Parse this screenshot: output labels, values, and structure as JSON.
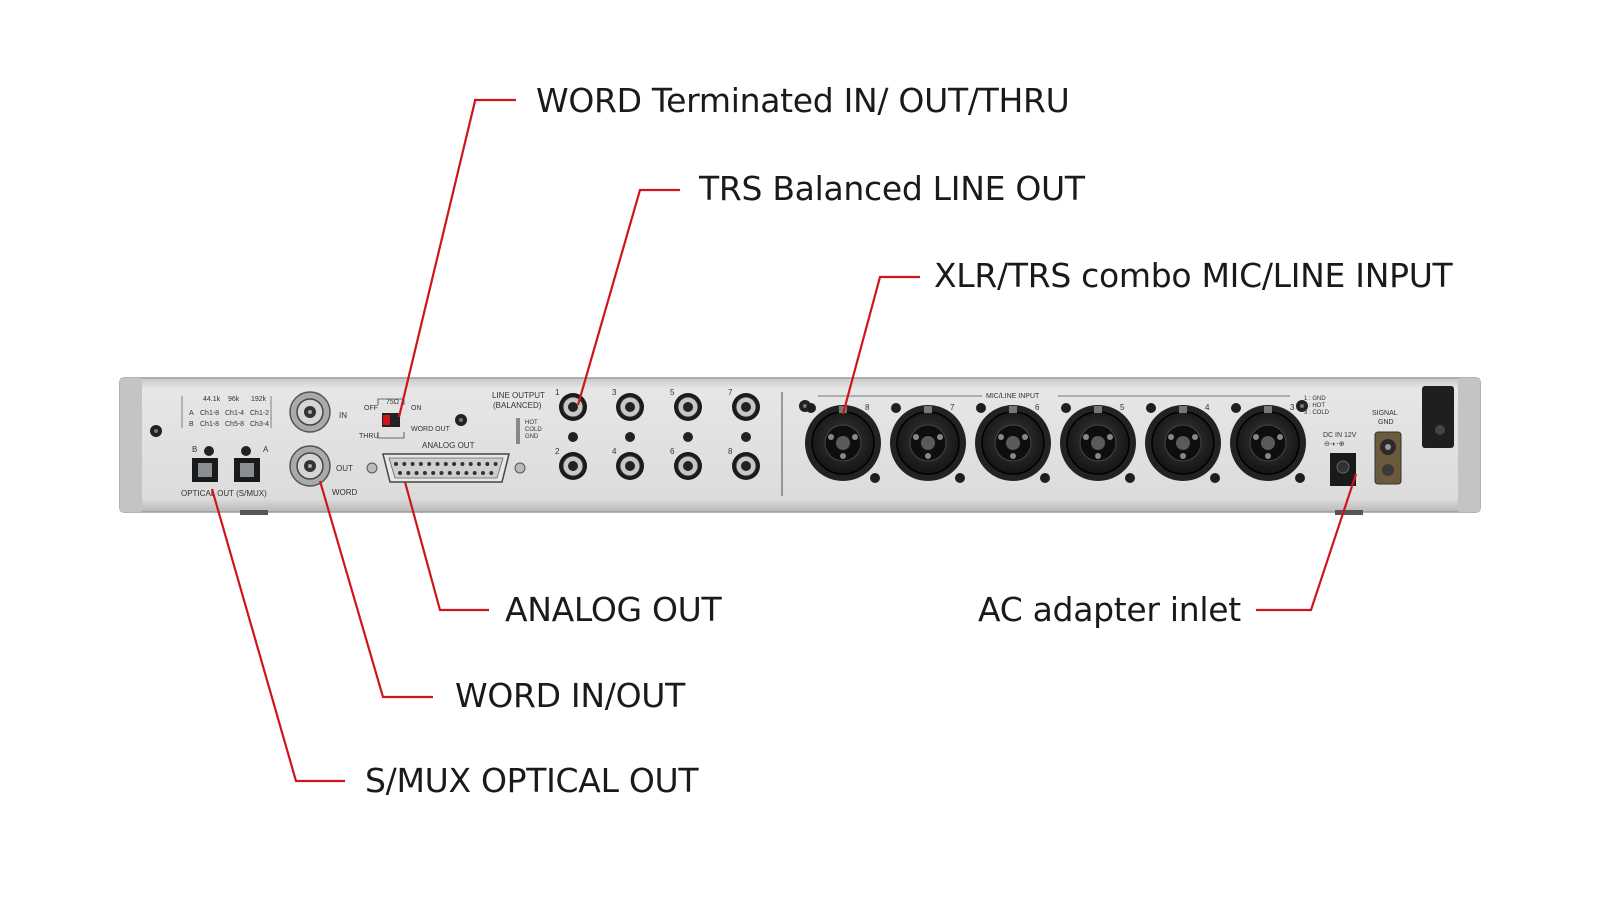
{
  "callouts": {
    "word_terminated": "WORD Terminated IN/ OUT/THRU",
    "trs_line_out": "TRS Balanced LINE OUT",
    "xlr_combo": "XLR/TRS combo MIC/LINE INPUT",
    "analog_out": "ANALOG OUT",
    "ac_adapter": "AC adapter inlet",
    "word_in_out": "WORD IN/OUT",
    "smux_optical": "S/MUX OPTICAL OUT"
  },
  "panel": {
    "optical": {
      "rates": [
        "44.1k",
        "96k",
        "192k"
      ],
      "row_a": [
        "A",
        "Ch1-8",
        "Ch1-4",
        "Ch1-2"
      ],
      "row_b": [
        "B",
        "Ch1-8",
        "Ch5-8",
        "Ch3-4"
      ],
      "port_b": "B",
      "port_a": "A",
      "label": "OPTICAL OUT (S/MUX)"
    },
    "word": {
      "in": "IN",
      "out": "OUT",
      "word": "WORD",
      "ohm": "75Ω",
      "off": "OFF",
      "on": "ON",
      "thru": "THRU",
      "word_out": "WORD OUT"
    },
    "analog_out": "ANALOG OUT",
    "line_output": "LINE OUTPUT",
    "balanced": "(BALANCED)",
    "trs_legend": [
      "HOT",
      "COLD",
      "GND"
    ],
    "jack_numbers": [
      "1",
      "2",
      "3",
      "4",
      "5",
      "6",
      "7",
      "8"
    ],
    "mic_line_input": "MIC/LINE INPUT",
    "xlr_numbers": [
      "8",
      "7",
      "6",
      "5",
      "4",
      "3"
    ],
    "xlr_pins": [
      "1 : GND",
      "2 : HOT",
      "3 : COLD"
    ],
    "dc_in": "DC IN 12V",
    "dc_polarity": "⊖-◐-⊕",
    "signal_gnd": [
      "SIGNAL",
      "GND"
    ]
  },
  "colors": {
    "leader": "#d0141c",
    "chassis": "#dcdcdc",
    "connector": "#1a1a1a"
  }
}
